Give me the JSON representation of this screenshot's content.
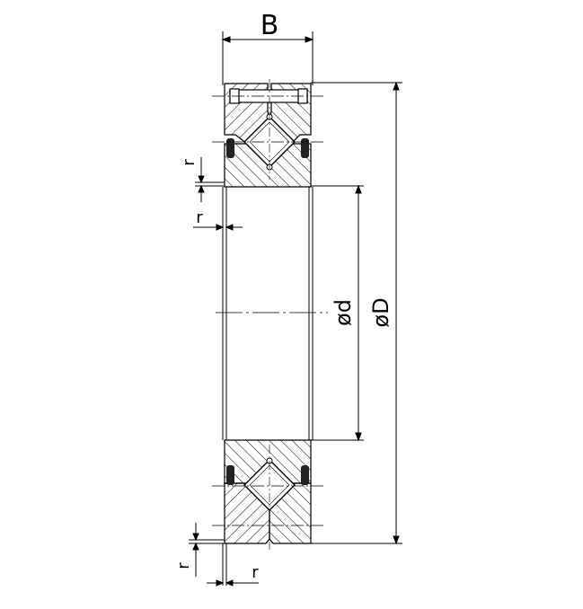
{
  "drawing": {
    "title": "Crossed roller bearing cross-section",
    "colors": {
      "line": "#000000",
      "background": "#ffffff",
      "seal": "#222222"
    },
    "dimensions": {
      "width_label": "B",
      "inner_diameter_label": "ød",
      "outer_diameter_label": "øD",
      "fillet_labels": [
        "r",
        "r",
        "r",
        "r"
      ]
    }
  }
}
